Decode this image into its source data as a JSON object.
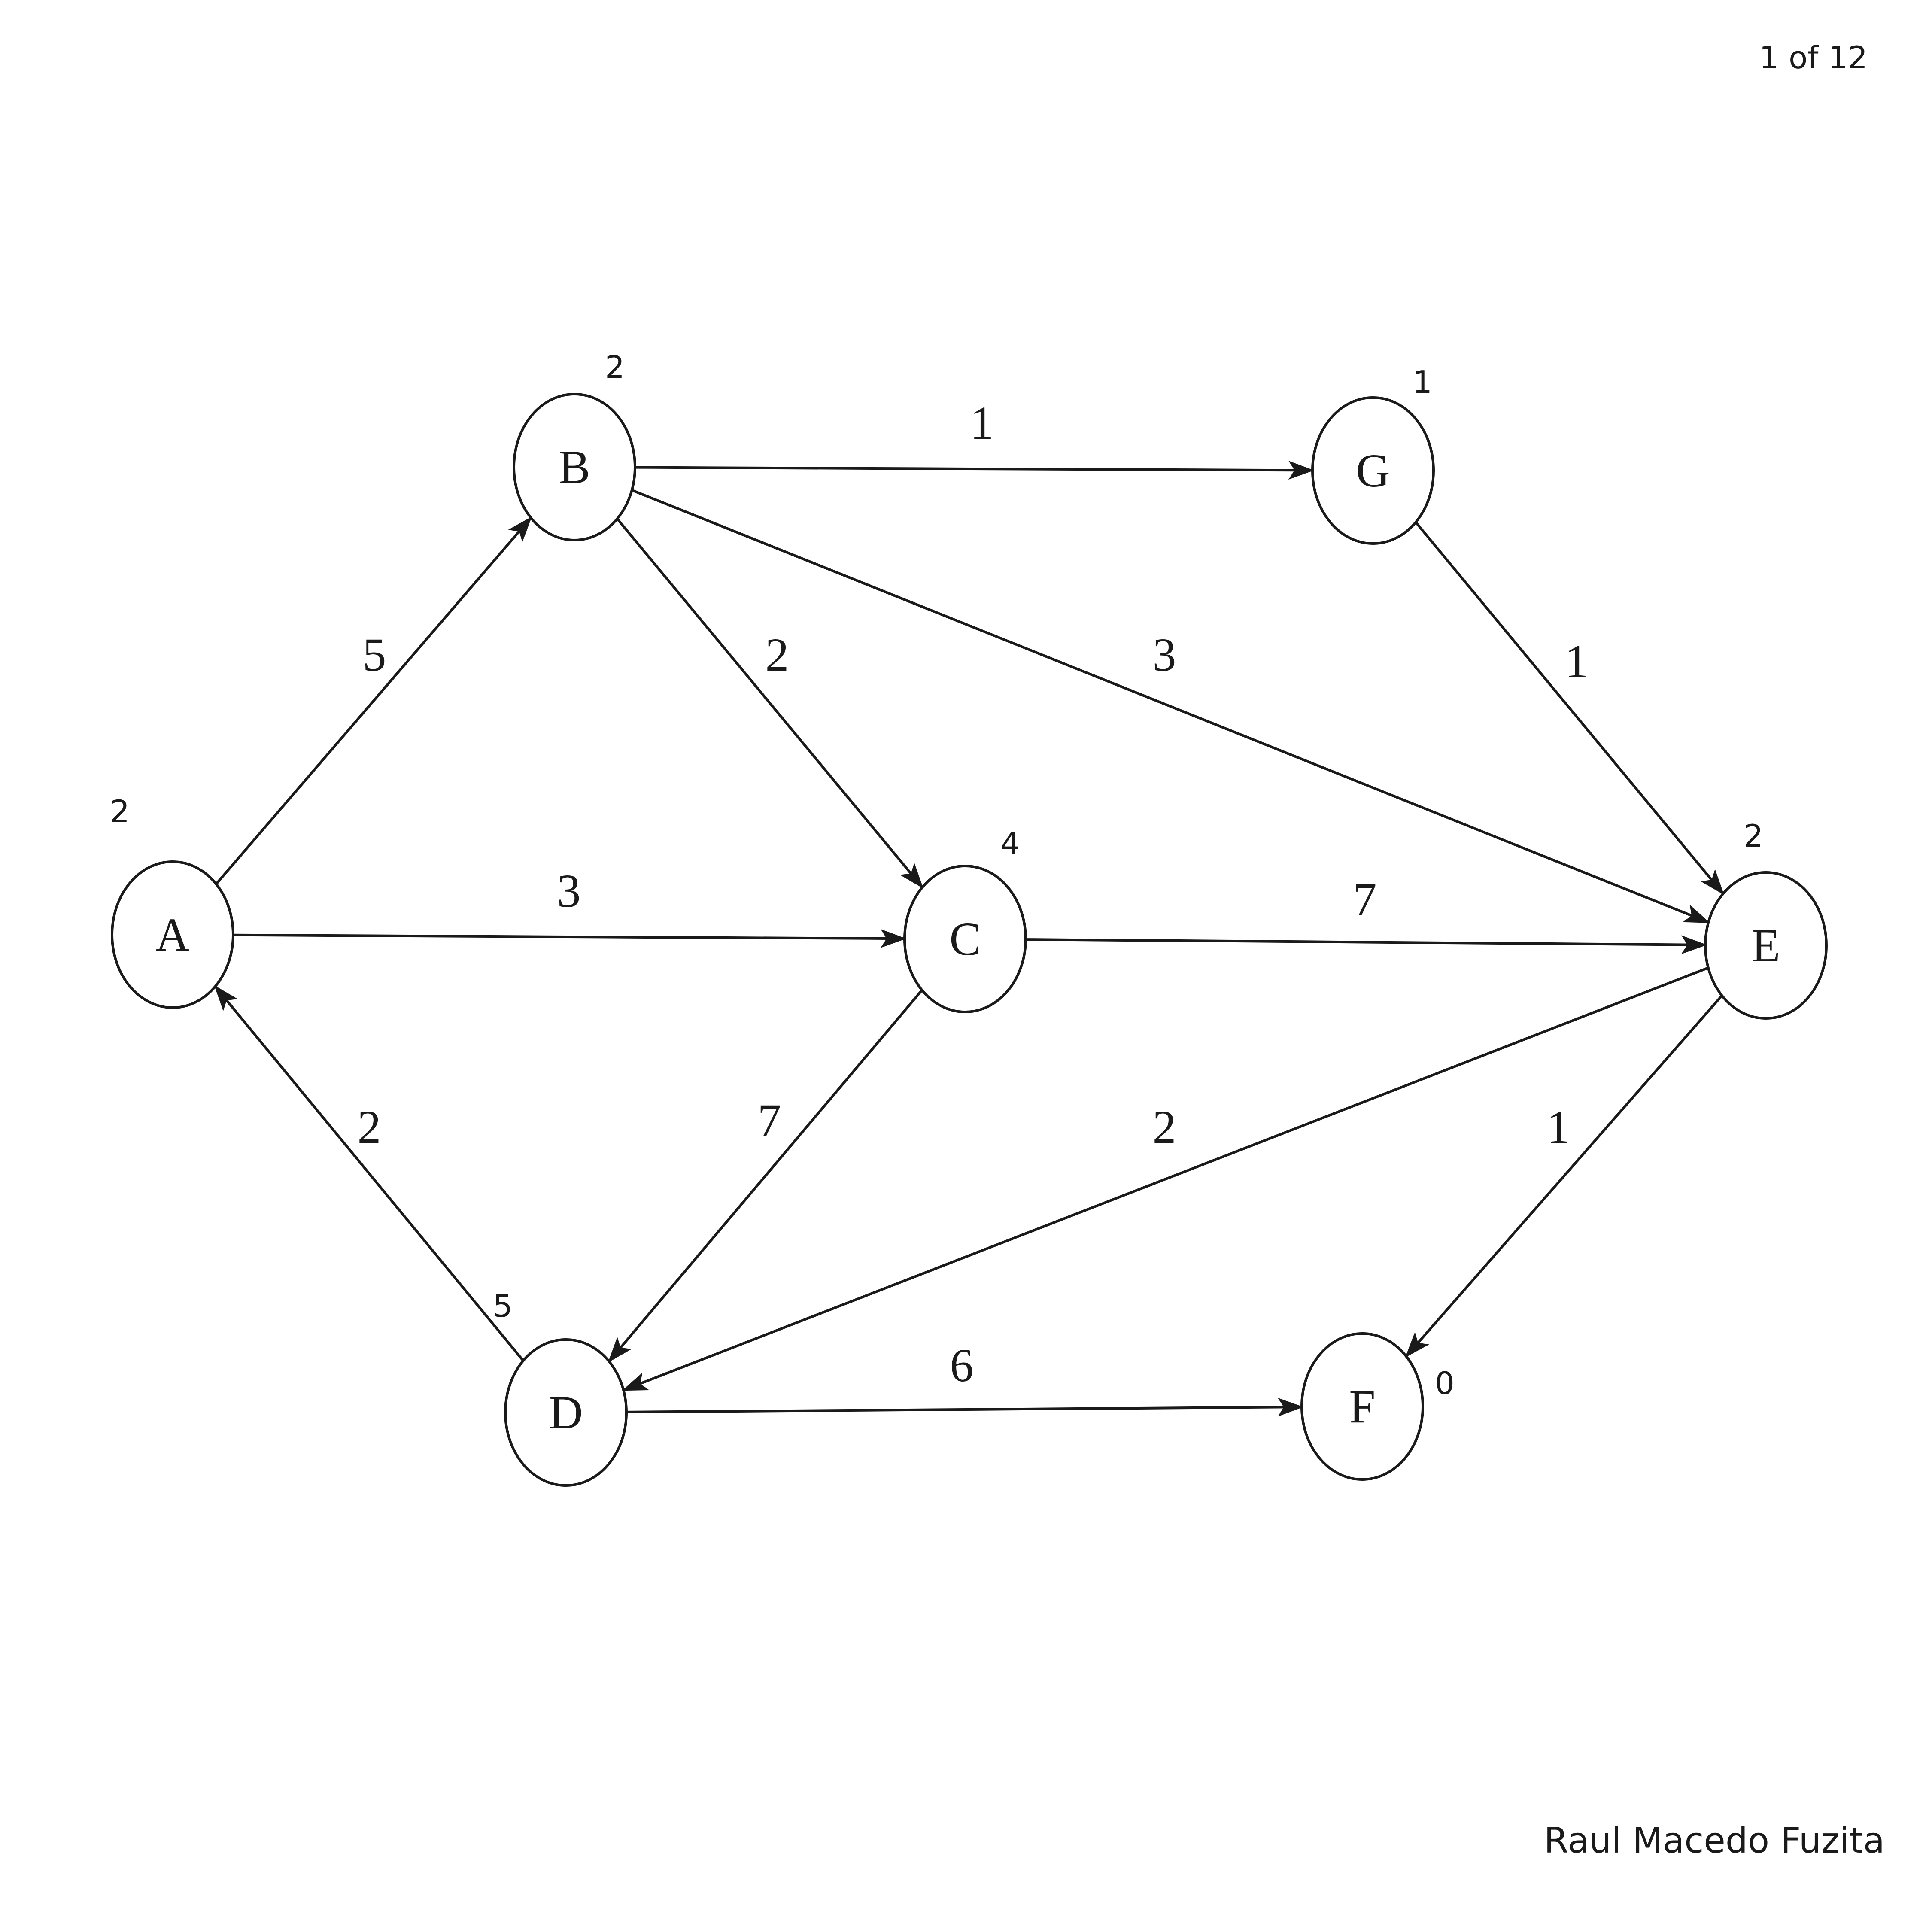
{
  "page_indicator": "1 of 12",
  "author": "Raul Macedo Fuzita",
  "graph": {
    "nodes": [
      {
        "id": "A",
        "label": "A",
        "heuristic": "2"
      },
      {
        "id": "B",
        "label": "B",
        "heuristic": "2"
      },
      {
        "id": "C",
        "label": "C",
        "heuristic": "4"
      },
      {
        "id": "D",
        "label": "D",
        "heuristic": "5"
      },
      {
        "id": "E",
        "label": "E",
        "heuristic": "2"
      },
      {
        "id": "F",
        "label": "F",
        "heuristic": "0"
      },
      {
        "id": "G",
        "label": "G",
        "heuristic": "1"
      }
    ],
    "edges": [
      {
        "from": "A",
        "to": "B",
        "weight": "5"
      },
      {
        "from": "A",
        "to": "C",
        "weight": "3"
      },
      {
        "from": "D",
        "to": "A",
        "weight": "2"
      },
      {
        "from": "B",
        "to": "G",
        "weight": "1"
      },
      {
        "from": "B",
        "to": "C",
        "weight": "2"
      },
      {
        "from": "B",
        "to": "E",
        "weight": "3"
      },
      {
        "from": "G",
        "to": "E",
        "weight": "1"
      },
      {
        "from": "C",
        "to": "E",
        "weight": "7"
      },
      {
        "from": "C",
        "to": "D",
        "weight": "7"
      },
      {
        "from": "E",
        "to": "D",
        "weight": "2"
      },
      {
        "from": "E",
        "to": "F",
        "weight": "1"
      },
      {
        "from": "D",
        "to": "F",
        "weight": "6"
      }
    ]
  }
}
